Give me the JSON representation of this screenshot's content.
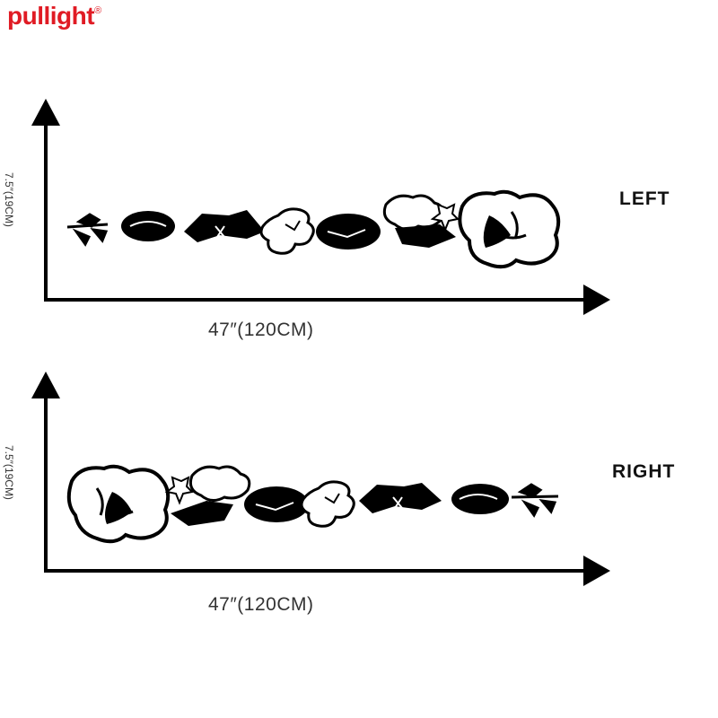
{
  "brand": {
    "name": "pullight",
    "mark": "®",
    "color": "#e01b24"
  },
  "panels": [
    {
      "side_label": "LEFT",
      "width_dimension": "47″(120CM)",
      "height_dimension": "7.5″(19CM)",
      "large_flower_position": "right"
    },
    {
      "side_label": "RIGHT",
      "width_dimension": "47″(120CM)",
      "height_dimension": "7.5″(19CM)",
      "large_flower_position": "left"
    }
  ],
  "colors": {
    "ink": "#000000",
    "background": "#ffffff"
  },
  "icons": {
    "axis_arrow": "arrow-head-icon",
    "decal": "hibiscus-flower-vine-icon"
  }
}
